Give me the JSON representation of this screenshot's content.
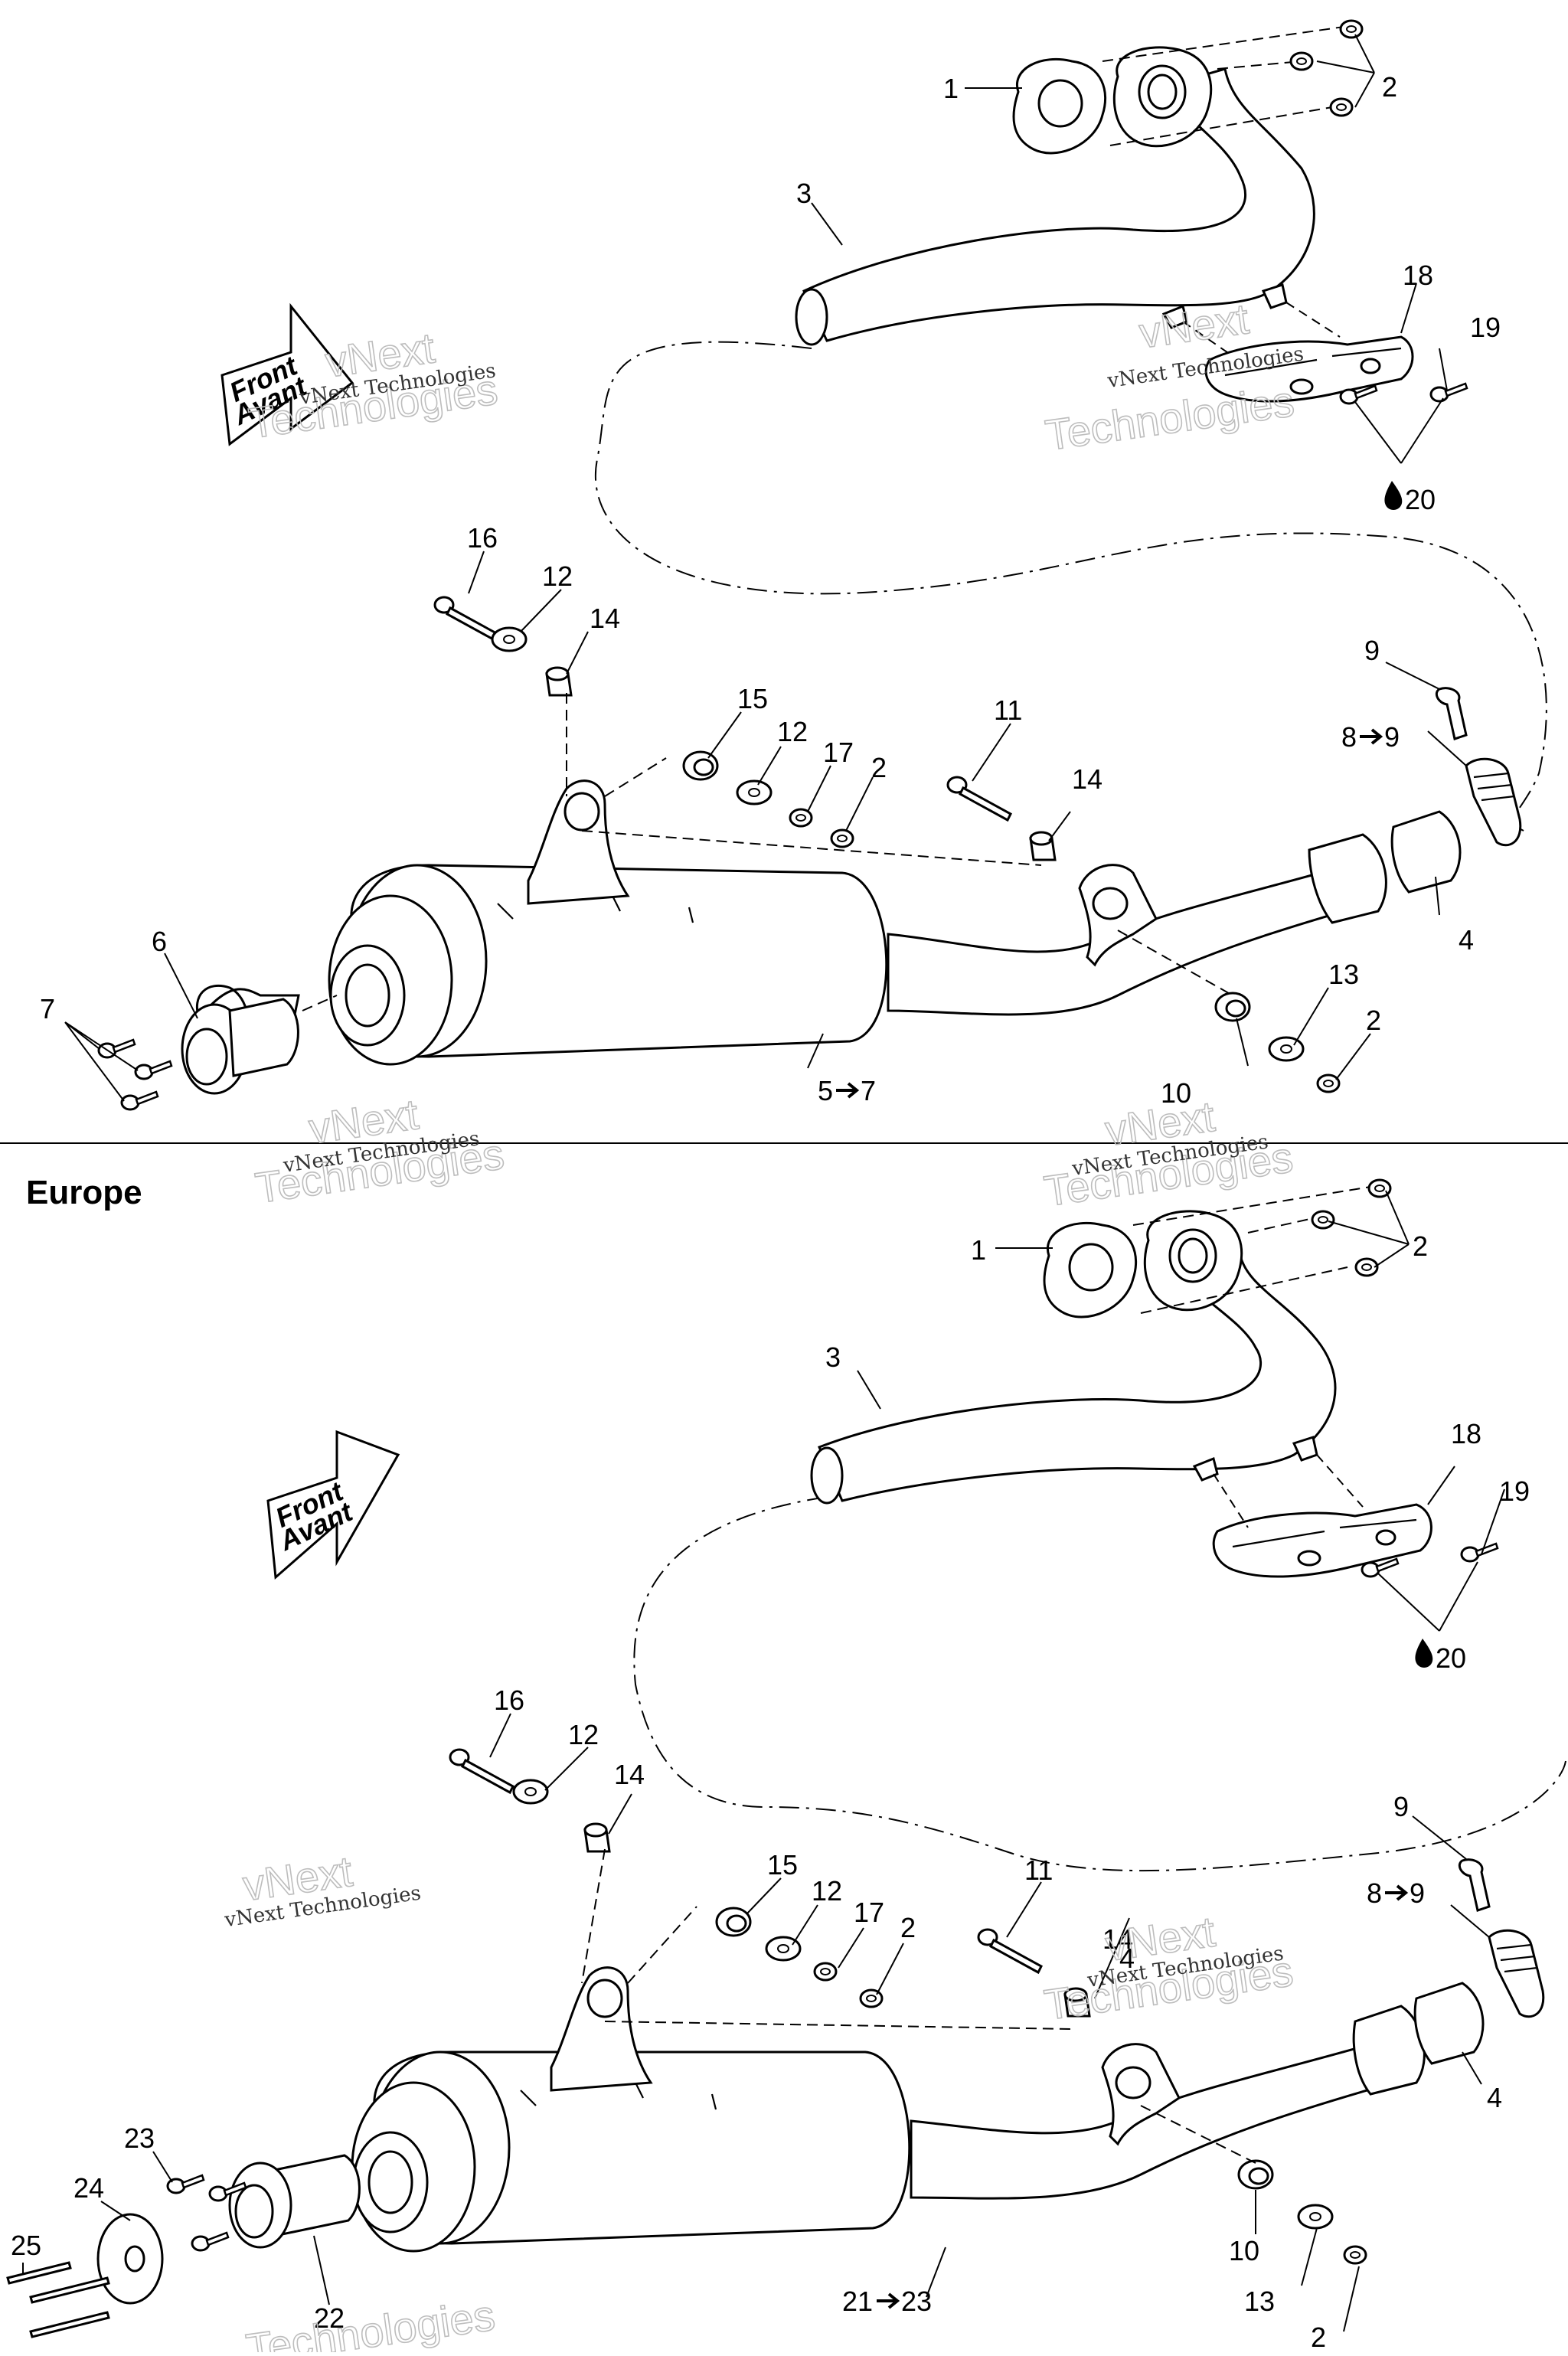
{
  "section_title": "Europe",
  "arrow_label_1": "Front",
  "arrow_label_2": "Avant",
  "watermark_big_1": "vNext",
  "watermark_big_2": "Technologies",
  "watermark_small": "vNext Technologies",
  "icons": [
    "front-arrow-icon",
    "drop-icon",
    "arrow-right-icon"
  ],
  "top_labels": {
    "p1": "1",
    "p2a": "2",
    "p2b": "2",
    "p2c": "2",
    "p3": "3",
    "p4": "4",
    "p5": "5",
    "p7end": "7",
    "p6": "6",
    "p7": "7",
    "p8": "8",
    "p9end": "9",
    "p9": "9",
    "p10": "10",
    "p11": "11",
    "p12a": "12",
    "p12b": "12",
    "p13": "13",
    "p14a": "14",
    "p14b": "14",
    "p15": "15",
    "p16": "16",
    "p17": "17",
    "p18": "18",
    "p19": "19",
    "p20": "20"
  },
  "bottom_labels": {
    "p1": "1",
    "p2a": "2",
    "p2b": "2",
    "p2c": "2",
    "p3": "3",
    "p4": "4",
    "p4b": "4",
    "p8": "8",
    "p9end": "9",
    "p9": "9",
    "p10": "10",
    "p11": "11",
    "p12a": "12",
    "p12b": "12",
    "p13": "13",
    "p14a": "14",
    "p14b": "14",
    "p15": "15",
    "p16": "16",
    "p17": "17",
    "p18": "18",
    "p19": "19",
    "p20": "20",
    "p21": "21",
    "p23end": "23",
    "p22": "22",
    "p23": "23",
    "p24": "24",
    "p25": "25"
  }
}
